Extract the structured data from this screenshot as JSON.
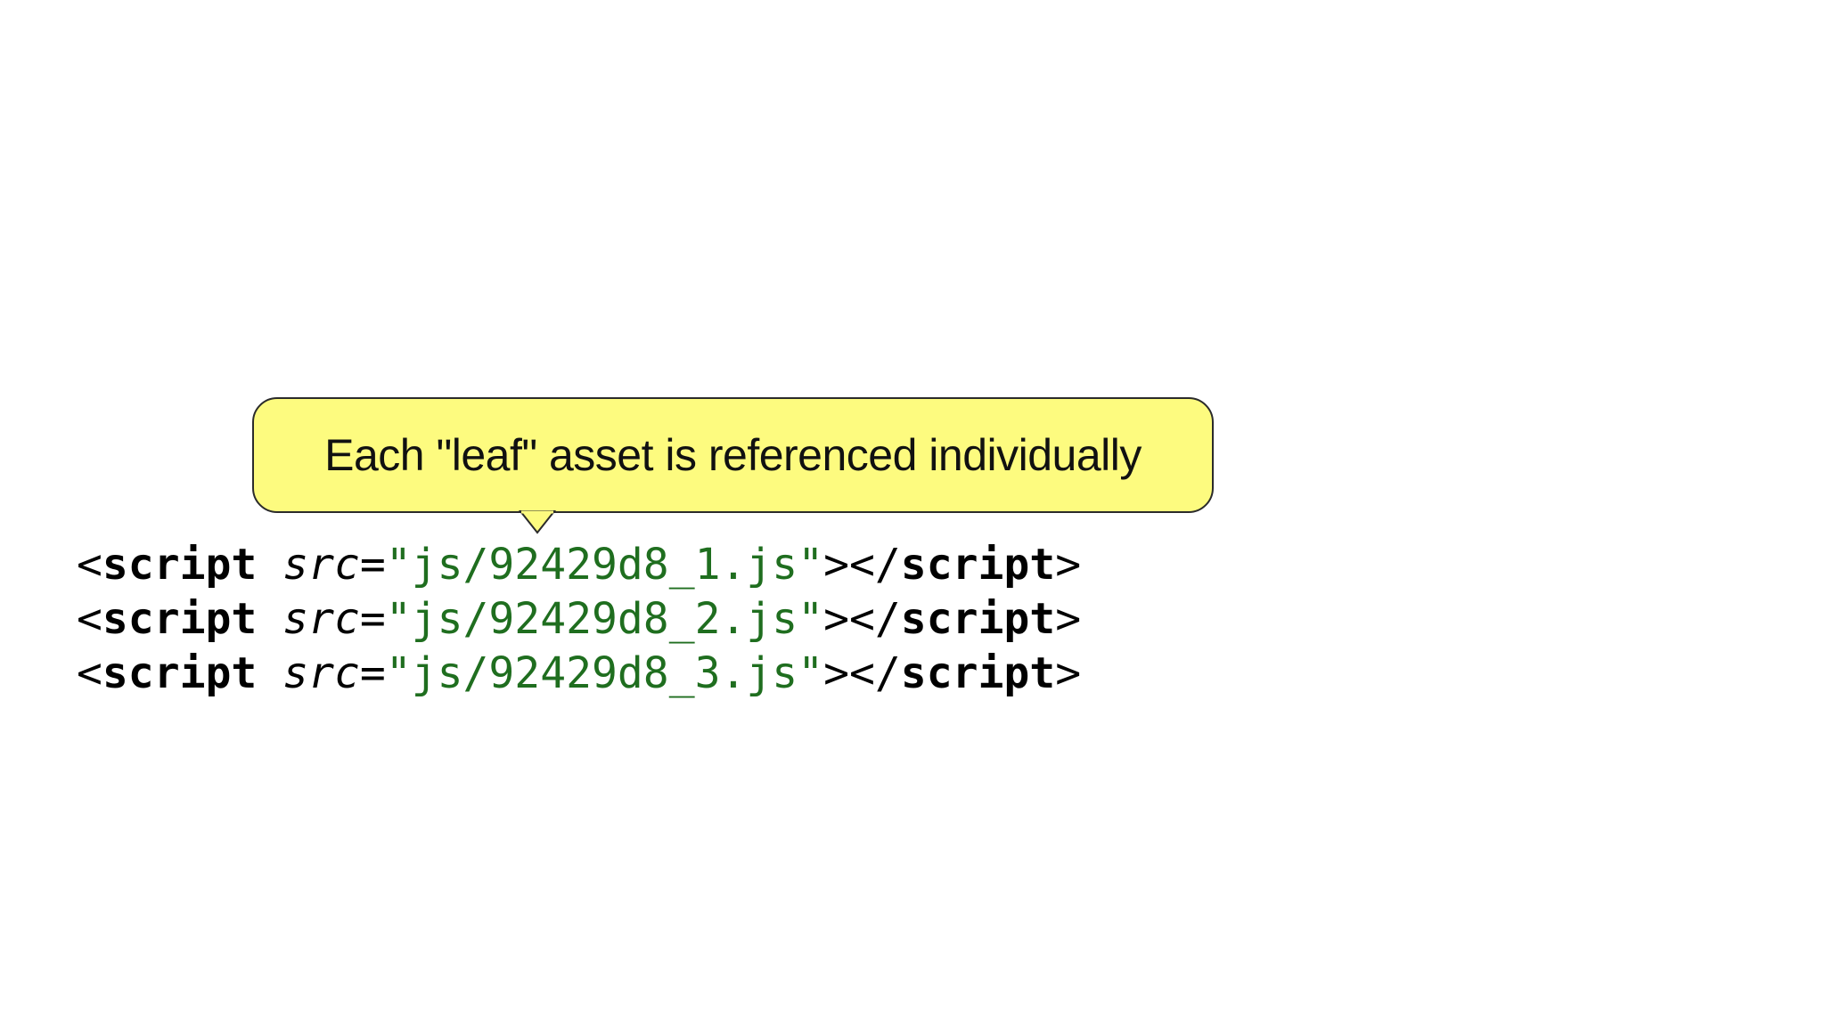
{
  "callout": {
    "text": "Each \"leaf\" asset is referenced individually",
    "background": "#fdfb7f"
  },
  "code": {
    "colors": {
      "string": "#1f6e1f",
      "default": "#000000"
    },
    "lines": [
      {
        "open": "<",
        "tag": "script",
        "space": " ",
        "attr": "src",
        "eq": "=",
        "value": "\"js/92429d8_1.js\"",
        "close_open": "></",
        "close_tag": "script",
        "end": ">"
      },
      {
        "open": "<",
        "tag": "script",
        "space": " ",
        "attr": "src",
        "eq": "=",
        "value": "\"js/92429d8_2.js\"",
        "close_open": "></",
        "close_tag": "script",
        "end": ">"
      },
      {
        "open": "<",
        "tag": "script",
        "space": " ",
        "attr": "src",
        "eq": "=",
        "value": "\"js/92429d8_3.js\"",
        "close_open": "></",
        "close_tag": "script",
        "end": ">"
      }
    ]
  }
}
